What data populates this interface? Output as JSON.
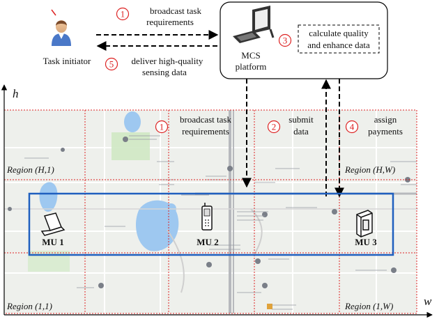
{
  "top": {
    "task_initiator": "Task initiator",
    "platform_line1": "MCS",
    "platform_line2": "platform",
    "calc_line1": "calculate quality",
    "calc_line2": "and enhance data",
    "step1_num": "1",
    "step1_line1": "broadcast task",
    "step1_line2": "requirements",
    "step3_num": "3",
    "step5_num": "5",
    "step5_line1": "deliver high-quality",
    "step5_line2": "sensing data"
  },
  "axes": {
    "h": "h",
    "w": "w"
  },
  "map": {
    "step1_num": "1",
    "step1_line1": "broadcast task",
    "step1_line2": "requirements",
    "step2_num": "2",
    "step2_line1": "submit",
    "step2_line2": "data",
    "step4_num": "4",
    "step4_line1": "assign",
    "step4_line2": "payments",
    "region_h1": "Region (H,1)",
    "region_hw": "Region (H,W)",
    "region_11": "Region (1,1)",
    "region_1w": "Region (1,W)",
    "mu1": "MU 1",
    "mu2": "MU 2",
    "mu3": "MU 3"
  },
  "colors": {
    "accent_red": "#dd2222",
    "mu_box": "#1f5fbf",
    "water": "#9ec8f0",
    "map_bg": "#eef0ec"
  }
}
